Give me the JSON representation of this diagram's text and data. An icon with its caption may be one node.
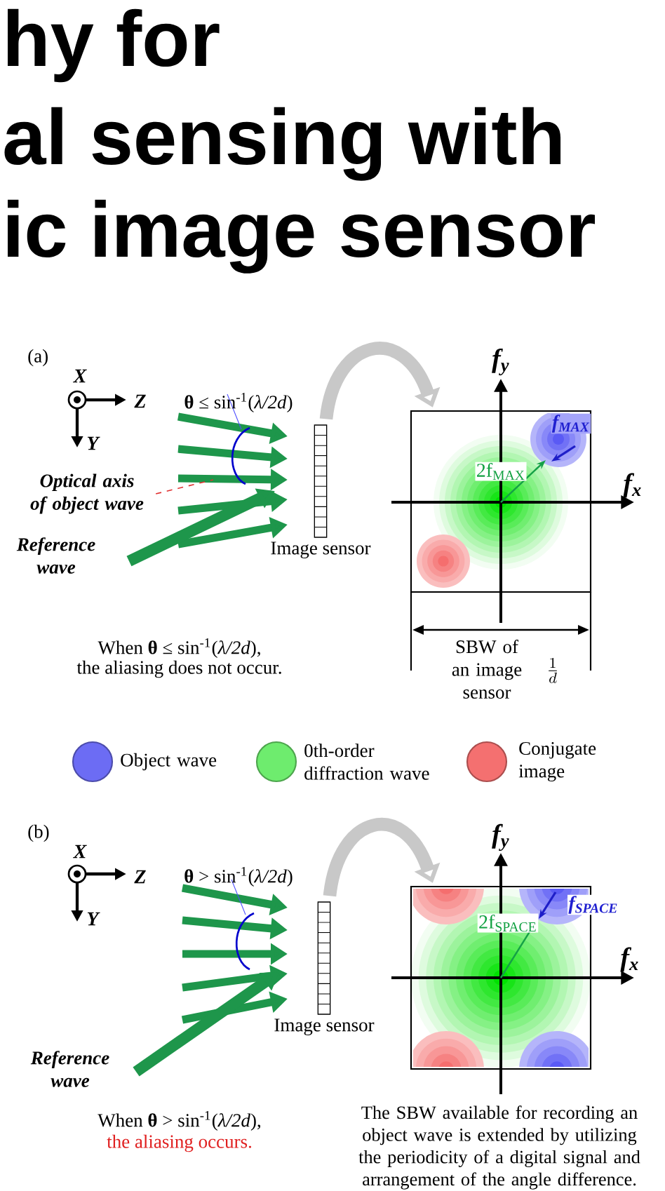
{
  "diagram": {
    "nodes": [
      {
        "text": [
          "Optical axis of object wave"
        ]
      },
      {
        "text": [
          "Image sensor"
        ]
      },
      {
        "text": [],
        "shape": "box"
      },
      {
        "text": [
          "Image sensor"
        ]
      },
      {
        "text": [],
        "shape": "box"
      }
    ],
    "edges": [
      {
        "from": 0,
        "to": null,
        "arrow": "none",
        "style": "dashed",
        "color": "#e03030"
      },
      {
        "from": 1,
        "to": 2,
        "arrow": "to"
      },
      {
        "from": 3,
        "to": 4,
        "arrow": "to"
      }
    ],
    "labels": [
      "hy for",
      "al sensing with",
      "ic image sensor",
      "(a)",
      "X",
      "Z",
      "Y",
      "**θ** ≤ sin$^{-1}$(*λ/2d*)",
      "Reference wave",
      "f$_{y}$",
      "f$_{x}$",
      "f$_{MAX}$",
      "2f$_{MAX}$",
      "SBW of an image sensor",
      "\\frac{1}{d}",
      "When  **θ** ≤ sin$^{-1}$(*λ/2d*),",
      "the aliasing does not occur.",
      "(b)",
      "X",
      "Z",
      "Y",
      "**θ** > sin$^{-1}$(*λ/2d*)",
      "Reference wave",
      "f$_{y}$",
      "f$_{x}$",
      "f$_{SPACE}$",
      "2f$_{SPACE}$",
      "When  **θ** > sin$^{-1}$(*λ/2d*),",
      "the aliasing occurs.",
      "The SBW available for recording an object wave is extended by utilizing the periodicity of a digital signal and arrangement of the angle difference."
    ],
    "legend": [
      {
        "text": "Object wave",
        "color": "#6c6cf4"
      },
      {
        "text": "0th-order diffraction wave",
        "color": "#6eec6e"
      },
      {
        "text": "Conjugate image",
        "color": "#f47070"
      }
    ]
  }
}
